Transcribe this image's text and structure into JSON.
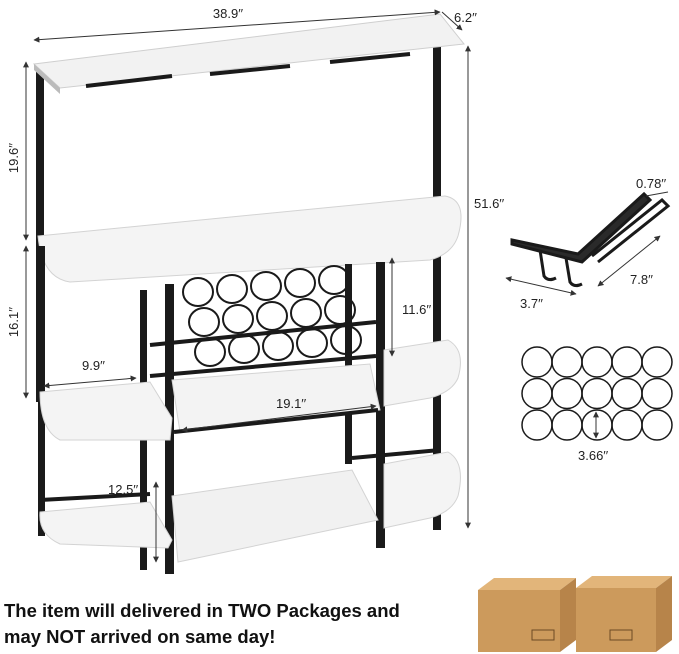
{
  "dimensions": {
    "top_width": "38.9′′",
    "top_depth": "6.2′′",
    "upper_height": "19.6′′",
    "total_height": "51.6′′",
    "lower_height": "16.1′′",
    "side_shelf_width": "9.9′′",
    "rack_height": "11.6′′",
    "middle_shelf_width": "19.1′′",
    "bottom_gap": "12.5′′"
  },
  "glass_holder": {
    "width": "0.78′′",
    "length": "7.8′′",
    "depth": "3.7′′"
  },
  "bottle_holder": {
    "ring_diameter": "3.66′′",
    "rows": 3,
    "columns": 5
  },
  "notice": {
    "line1": "The item will delivered in TWO Packages and",
    "line2": "may NOT arrived on same day!"
  },
  "colors": {
    "frame": "#1a1a1a",
    "board": "#f4f4f4",
    "board_edge": "#d9d9d9",
    "box": "#cc9a5c"
  }
}
